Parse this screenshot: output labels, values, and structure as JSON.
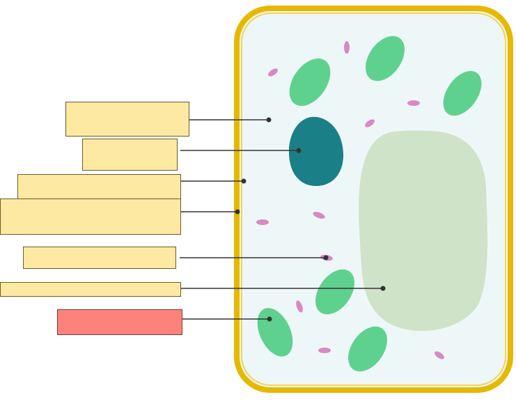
{
  "colors": {
    "cell_wall": "#e6b800",
    "cell_wall_inner": "#f4c61b",
    "cytoplasm": "#eef7f8",
    "nucleus": "#1a7f86",
    "vacuole": "#cfe3c8",
    "chloroplast": "#5fd18e",
    "mitochondria": "#d889c4",
    "leader_line": "#333333",
    "label_fill": "#fde9a2",
    "label_active_fill": "#fd827c"
  },
  "labels": [
    {
      "id": "label-1",
      "text": "",
      "state": "empty"
    },
    {
      "id": "label-2",
      "text": "",
      "state": "empty"
    },
    {
      "id": "label-3",
      "text": "",
      "state": "empty"
    },
    {
      "id": "label-4",
      "text": "",
      "state": "empty"
    },
    {
      "id": "label-5",
      "text": "",
      "state": "empty"
    },
    {
      "id": "label-6",
      "text": "",
      "state": "empty"
    },
    {
      "id": "label-7",
      "text": "",
      "state": "selected"
    }
  ]
}
